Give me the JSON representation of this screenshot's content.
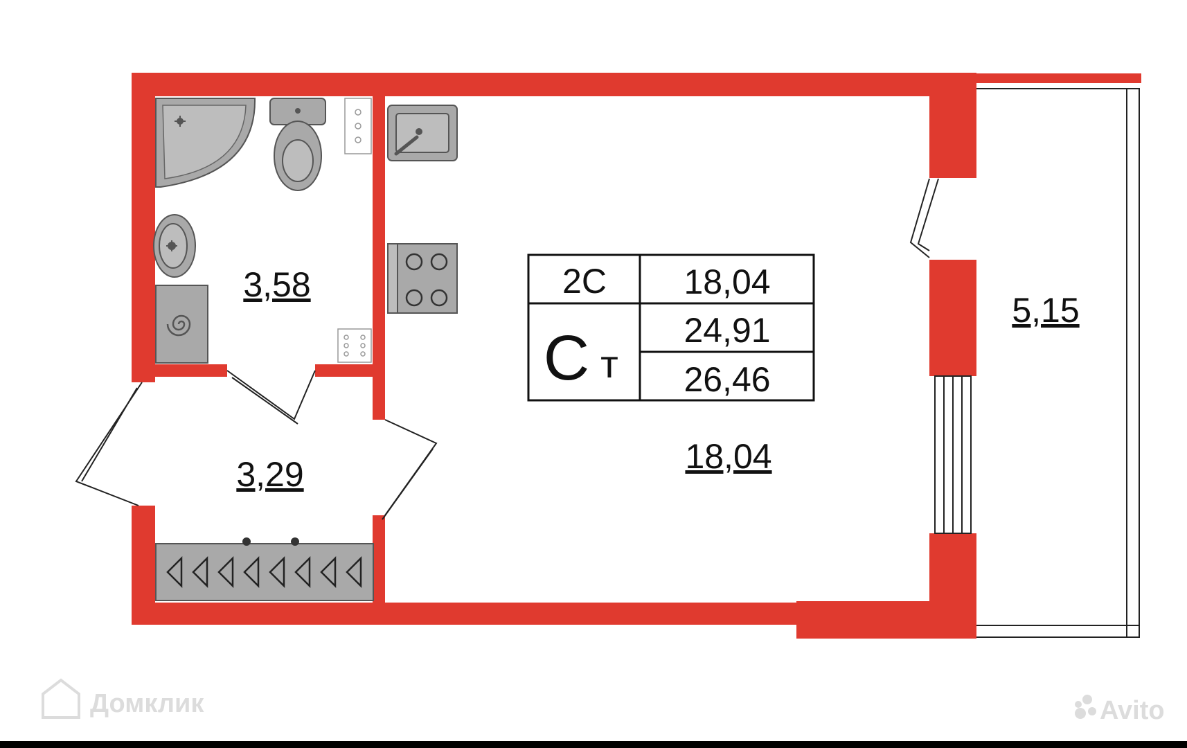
{
  "colors": {
    "wall": "#E03A2F",
    "fixture": "#A9A9A9",
    "line": "#222222",
    "watermark": "#DCDCDC"
  },
  "rooms": {
    "bathroom_area": "3,58",
    "hallway_area": "3,29",
    "living_area": "18,04",
    "balcony_area": "5,15"
  },
  "summary_table": {
    "code": "2С",
    "type_letter": "С",
    "type_subscript": "т",
    "living_area": "18,04",
    "total_area": "24,91",
    "total_with_balcony": "26,46"
  },
  "fixtures": {
    "bathroom": [
      "shower-corner-icon",
      "toilet-icon",
      "washbasin-icon",
      "washing-machine-icon"
    ],
    "kitchen": [
      "kitchen-sink-icon",
      "stove-icon"
    ],
    "hallway": [
      "wardrobe-icon"
    ]
  },
  "watermarks": {
    "left": "Домклик",
    "right": "Avito"
  }
}
